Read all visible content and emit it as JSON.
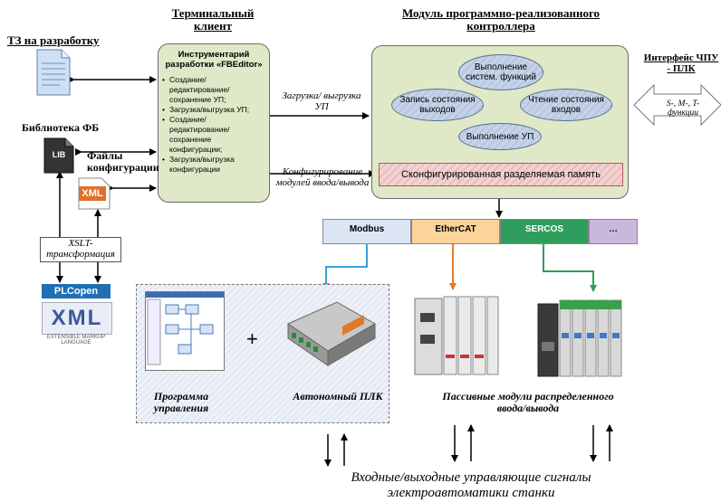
{
  "headers": {
    "terminal_client": "Терминальный клиент",
    "controller_module": "Модуль программно-реализованного контроллера",
    "tz": "ТЗ на разработку",
    "cnc_interface": "Интерфейс ЧПУ - ПЛК"
  },
  "tool_box": {
    "title": "Инструментарий разработки «FBEditor»",
    "items": [
      "Создание/ редактирование/ сохранение УП;",
      "Загрузка/выгрузка УП;",
      "Создание/ редактирование/ сохранение конфигурации;",
      "Загрузка/выгрузка конфигурации"
    ]
  },
  "left": {
    "fb_library": "Библиотека ФБ",
    "lib_icon_text": "LIB",
    "config_files": "Файлы конфигурации",
    "xml_icon_text": "XML",
    "xslt": "XSLT-трансформация",
    "plcopen_text": "PLCopen",
    "xml_logo_text": "XML",
    "xml_logo_sub": "EXTENSIBLE MARKUP LANGUAGE"
  },
  "arrows": {
    "load_up": "Загрузка/ выгрузка УП",
    "config_io": "Конфигурирование модулей ввода/вывода"
  },
  "controller": {
    "exec_sys": "Выполнение систем. функций",
    "write_out": "Запись состояния выходов",
    "read_in": "Чтение состояния входов",
    "exec_up": "Выполнение УП",
    "shared_memory": "Сконфигурированная разделяемая память"
  },
  "cnc_signals": "S-, M-, T-функции",
  "buses": [
    {
      "label": "Modbus",
      "color": "#dbe5f4"
    },
    {
      "label": "EtherCAT",
      "color": "#fbd49a"
    },
    {
      "label": "SERCOS",
      "color": "#2f9e5c"
    },
    {
      "label": "…",
      "color": "#c9b8dc"
    }
  ],
  "bottom": {
    "program": "Программа управления",
    "autonomous_plc": "Автономный ПЛК",
    "plus": "+",
    "passive_modules": "Пассивные модули распределенного ввода/вывода",
    "io_signals": "Входные/выходные управляющие сигналы электроавтоматики станки"
  },
  "colors": {
    "green_box": "#dfe9c8",
    "modbus_line": "#3aa0d8",
    "ethercat_line": "#e07a2a",
    "sercos_line": "#2f9e5c"
  }
}
